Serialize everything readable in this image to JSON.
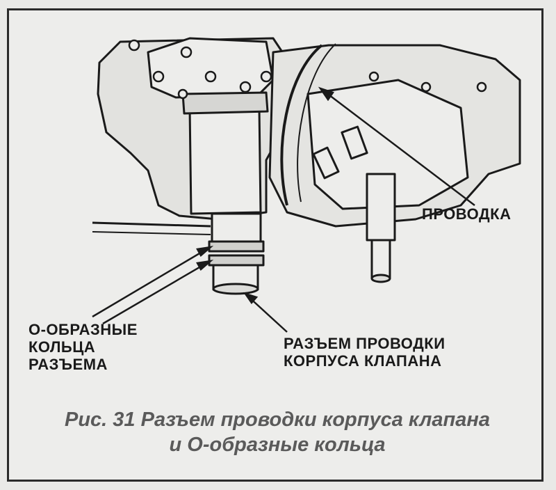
{
  "labels": {
    "wiring": "ПРОВОДКА",
    "o_rings": [
      "О-ОБРАЗНЫЕ",
      "КОЛЬЦА",
      "РАЗЪЕМА"
    ],
    "connector": [
      "РАЗЪЕМ ПРОВОДКИ",
      "КОРПУСА КЛАПАНА"
    ]
  },
  "caption": {
    "line1": "Рис. 31 Разъем проводки корпуса клапана",
    "line2": "и О-образные кольца"
  },
  "colors": {
    "ink": "#1a1a1a",
    "paper": "#ededeb",
    "shade": "#cfcfcc",
    "caption": "#5a5a5a"
  }
}
